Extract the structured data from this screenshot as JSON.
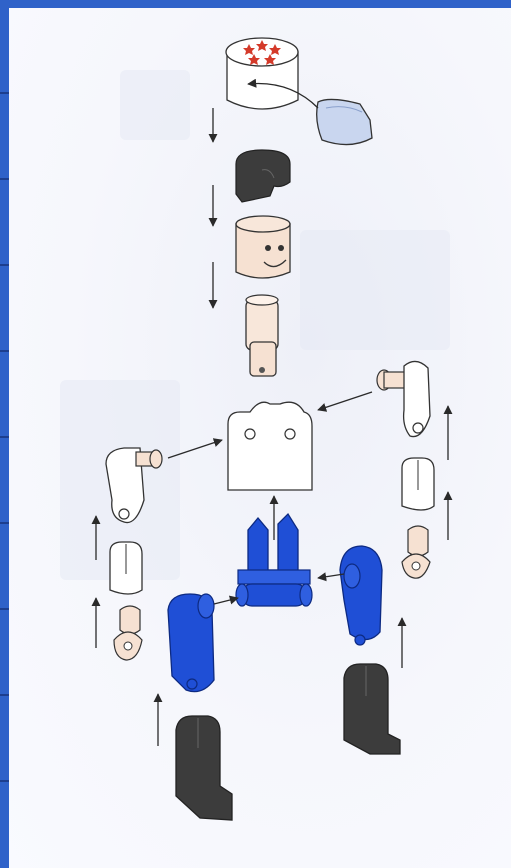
{
  "page": {
    "accent_color": "#2f62c9",
    "background_color": "#f4f5fb"
  },
  "diagram": {
    "type": "exploded-assembly",
    "parts": [
      "helmet-with-stars",
      "visor",
      "hair-piece",
      "head-with-face",
      "neck-connector",
      "torso",
      "left-shoulder-joint",
      "left-upper-arm-clip",
      "left-hand",
      "right-shoulder-joint",
      "right-upper-arm-clip",
      "right-hand",
      "hip-connector",
      "left-leg",
      "right-leg",
      "left-foot",
      "right-foot"
    ],
    "colors": {
      "outline": "#333333",
      "white_part": "#ffffff",
      "skin": "#f6e1d2",
      "blue_part": "#1f4fd6",
      "dark_part": "#3c3c3c",
      "star": "#d43a2a",
      "visor": "#c9d6ef"
    }
  }
}
